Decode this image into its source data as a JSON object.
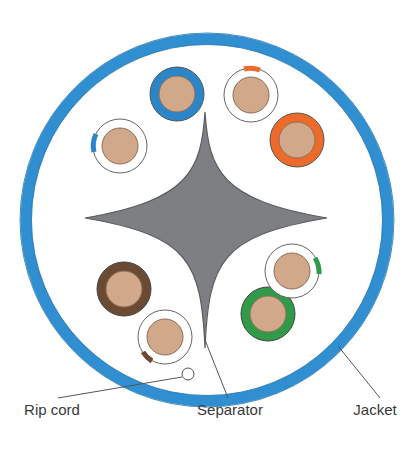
{
  "diagram": {
    "labels": [
      "Rip cord",
      "Separator",
      "Jacket"
    ]
  }
}
